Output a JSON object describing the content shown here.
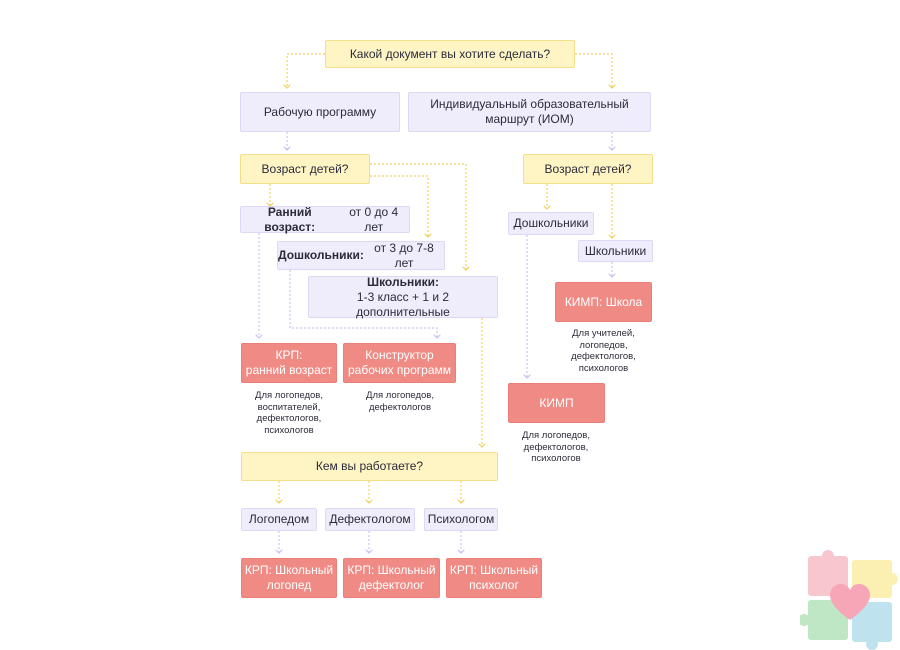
{
  "q_doc": "Какой документ вы хотите сделать?",
  "work_program": "Рабочую программу",
  "iom": "Индивидуальный образовательный маршрут (ИОМ)",
  "age_q_left": "Возраст детей?",
  "age_q_right": "Возраст детей?",
  "early": {
    "bold": "Ранний возраст:",
    "plain": " от 0 до 4 лет"
  },
  "preschool": {
    "bold": "Дошкольники:",
    "plain": " от 3 до 7-8 лет"
  },
  "schoolkids": {
    "bold": "Школьники:",
    "plain": "1-3 класс + 1 и 2 дополнительные"
  },
  "preschool_right": "Дошкольники",
  "schoolkids_right": "Школьники",
  "krp_early": {
    "line1": "КРП:",
    "line2": "ранний возраст"
  },
  "constructor": {
    "line1": "Конструктор",
    "line2": "рабочих программ"
  },
  "kimp_school": "КИМП: Школа",
  "kimp": "КИМП",
  "note_krp_early": "Для логопедов, воспитателей, дефектологов, психологов",
  "note_constructor": "Для логопедов, дефектологов",
  "note_kimp_school": "Для учителей, логопедов, дефектологов, психологов",
  "note_kimp": "Для логопедов, дефектологов, психологов",
  "work_q": "Кем вы работаете?",
  "speech": "Логопедом",
  "defect": "Дефектологом",
  "psych": "Психологом",
  "krp_speech": {
    "line1": "КРП: Школьный",
    "line2": "логопед"
  },
  "krp_defect": {
    "line1": "КРП: Школьный",
    "line2": "дефектолог"
  },
  "krp_psych": {
    "line1": "КРП: Школьный",
    "line2": "психолог"
  },
  "colors": {
    "yellow_fill": "#fff4c4",
    "lavender_fill": "#efedfc",
    "red_fill": "#ef8b84",
    "yellow_line": "#efd262",
    "lavender_line": "#c9c4ef"
  },
  "logo_icon": "puzzle-heart-icon"
}
